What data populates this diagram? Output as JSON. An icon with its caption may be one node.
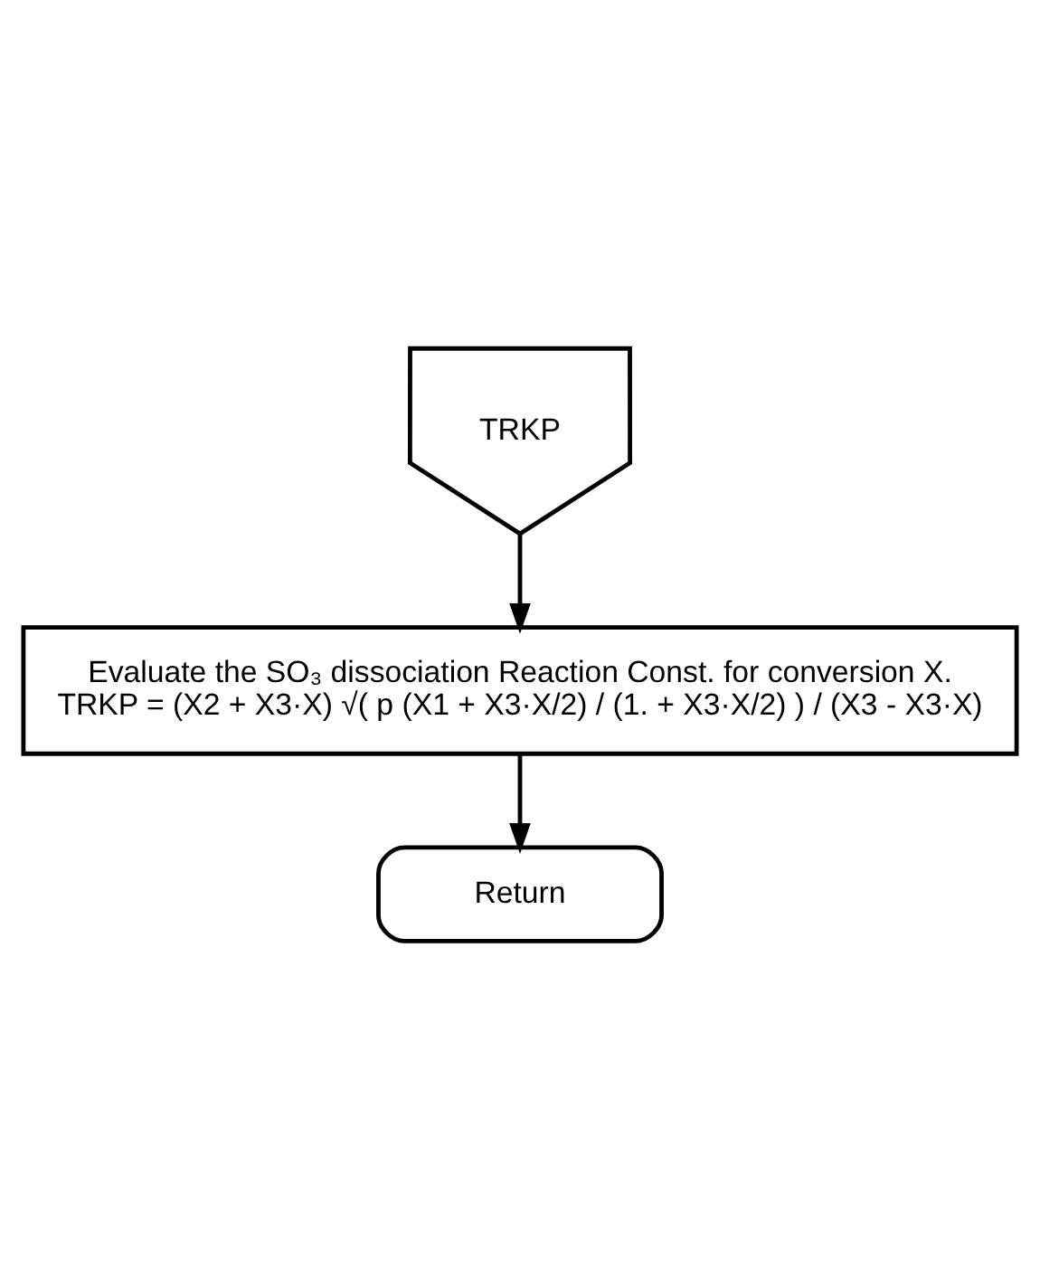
{
  "diagram": {
    "nodes": [
      {
        "text": [
          "TRKP"
        ]
      },
      {
        "text": [
          "Evaluate the SO₃ dissociation Reaction Const. for conversion X.",
          "TRKP = (X2 + X3·X) √( p (X1 + X3·X/2) / (1. + X3·X/2) ) / (X3 - X3·X)"
        ]
      },
      {
        "text": [
          "Return"
        ]
      }
    ],
    "edges": [
      {
        "from": 0,
        "to": 1,
        "arrow": "to"
      },
      {
        "from": 1,
        "to": 2,
        "arrow": "to"
      }
    ]
  }
}
